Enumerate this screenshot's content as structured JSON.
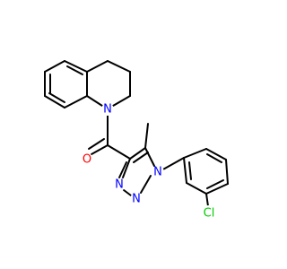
{
  "molecule": {
    "atoms": [
      {
        "id": "O1",
        "label": "O",
        "color": "#ff0000"
      },
      {
        "id": "N1",
        "label": "N",
        "color": "#0000ff"
      },
      {
        "id": "N2",
        "label": "N",
        "color": "#0000ff"
      },
      {
        "id": "N3",
        "label": "N",
        "color": "#0000ff"
      },
      {
        "id": "N4",
        "label": "N",
        "color": "#0000ff"
      },
      {
        "id": "Cl1",
        "label": "Cl",
        "color": "#00cc00"
      }
    ],
    "bond_color": "#000000"
  }
}
